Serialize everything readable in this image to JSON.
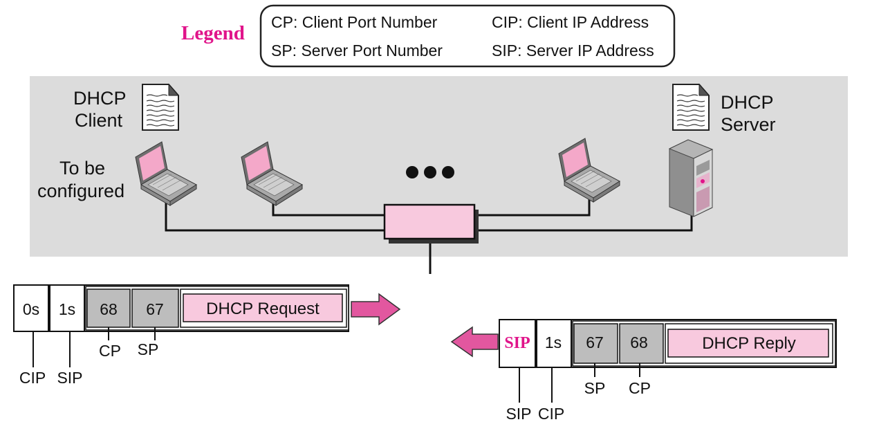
{
  "legend": {
    "title": "Legend",
    "items": [
      "CP: Client Port Number",
      "CIP: Client IP Address",
      "SP: Server Port Number",
      "SIP: Server IP Address"
    ]
  },
  "network": {
    "client_label": [
      "DHCP",
      "Client"
    ],
    "server_label": [
      "DHCP",
      "Server"
    ],
    "unconfigured_label": [
      "To be",
      "configured"
    ]
  },
  "request_packet": {
    "fields": [
      "0s",
      "1s",
      "68",
      "67"
    ],
    "message": "DHCP Request",
    "annotations": [
      "CP",
      "SP",
      "CIP",
      "SIP"
    ]
  },
  "reply_packet": {
    "fields": [
      "SIP",
      "1s",
      "67",
      "68"
    ],
    "message": "DHCP Reply",
    "annotations": [
      "SP",
      "CP",
      "SIP",
      "CIP"
    ]
  },
  "colors": {
    "legend_title": "#e0148a",
    "pink_fill": "#f8c9de",
    "arrow_pink": "#e2579f",
    "lan_bg": "#dcdcdc",
    "port_gray": "#bdbdbd"
  }
}
